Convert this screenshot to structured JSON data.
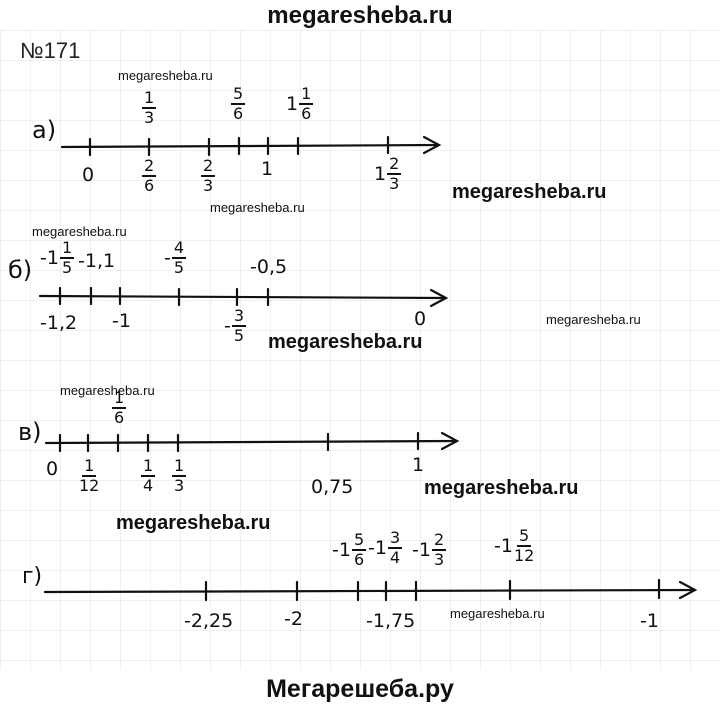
{
  "site_title": "megaresheba.ru",
  "footer_title": "Мегарешеба.ру",
  "problem_number": "№171",
  "watermarks": {
    "small": "megaresheba.ru",
    "big": "megaresheba.ru"
  },
  "parts": {
    "a": {
      "label": "а)",
      "above": [
        {
          "num": "1",
          "den": "3",
          "whole": ""
        },
        {
          "num": "5",
          "den": "6",
          "whole": ""
        },
        {
          "num": "1",
          "den": "6",
          "whole": "1"
        }
      ],
      "below": [
        {
          "text": "0"
        },
        {
          "num": "2",
          "den": "6",
          "whole": ""
        },
        {
          "num": "2",
          "den": "3",
          "whole": ""
        },
        {
          "text": "1"
        },
        {
          "num": "2",
          "den": "3",
          "whole": "1"
        }
      ]
    },
    "b": {
      "label": "б)",
      "above": [
        {
          "num": "1",
          "den": "5",
          "whole": "-1"
        },
        {
          "text": "-1,1"
        },
        {
          "num": "4",
          "den": "5",
          "whole": "-"
        },
        {
          "text": "-0,5"
        }
      ],
      "below": [
        {
          "text": "-1,2"
        },
        {
          "text": "-1"
        },
        {
          "num": "3",
          "den": "5",
          "whole": "-"
        },
        {
          "text": "0"
        }
      ]
    },
    "v": {
      "label": "в)",
      "above": [
        {
          "num": "1",
          "den": "6",
          "whole": ""
        }
      ],
      "below": [
        {
          "text": "0"
        },
        {
          "num": "1",
          "den": "12",
          "whole": ""
        },
        {
          "num": "1",
          "den": "4",
          "whole": ""
        },
        {
          "num": "1",
          "den": "3",
          "whole": ""
        },
        {
          "text": "0,75"
        },
        {
          "text": "1"
        }
      ]
    },
    "g": {
      "label": "г)",
      "above": [
        {
          "num": "5",
          "den": "6",
          "whole": "-1"
        },
        {
          "num": "3",
          "den": "4",
          "whole": "-1"
        },
        {
          "num": "2",
          "den": "3",
          "whole": "-1"
        },
        {
          "num": "5",
          "den": "12",
          "whole": "-1"
        }
      ],
      "below": [
        {
          "text": "-2,25"
        },
        {
          "text": "-2"
        },
        {
          "text": "-1,75"
        },
        {
          "text": "-1"
        }
      ]
    }
  }
}
